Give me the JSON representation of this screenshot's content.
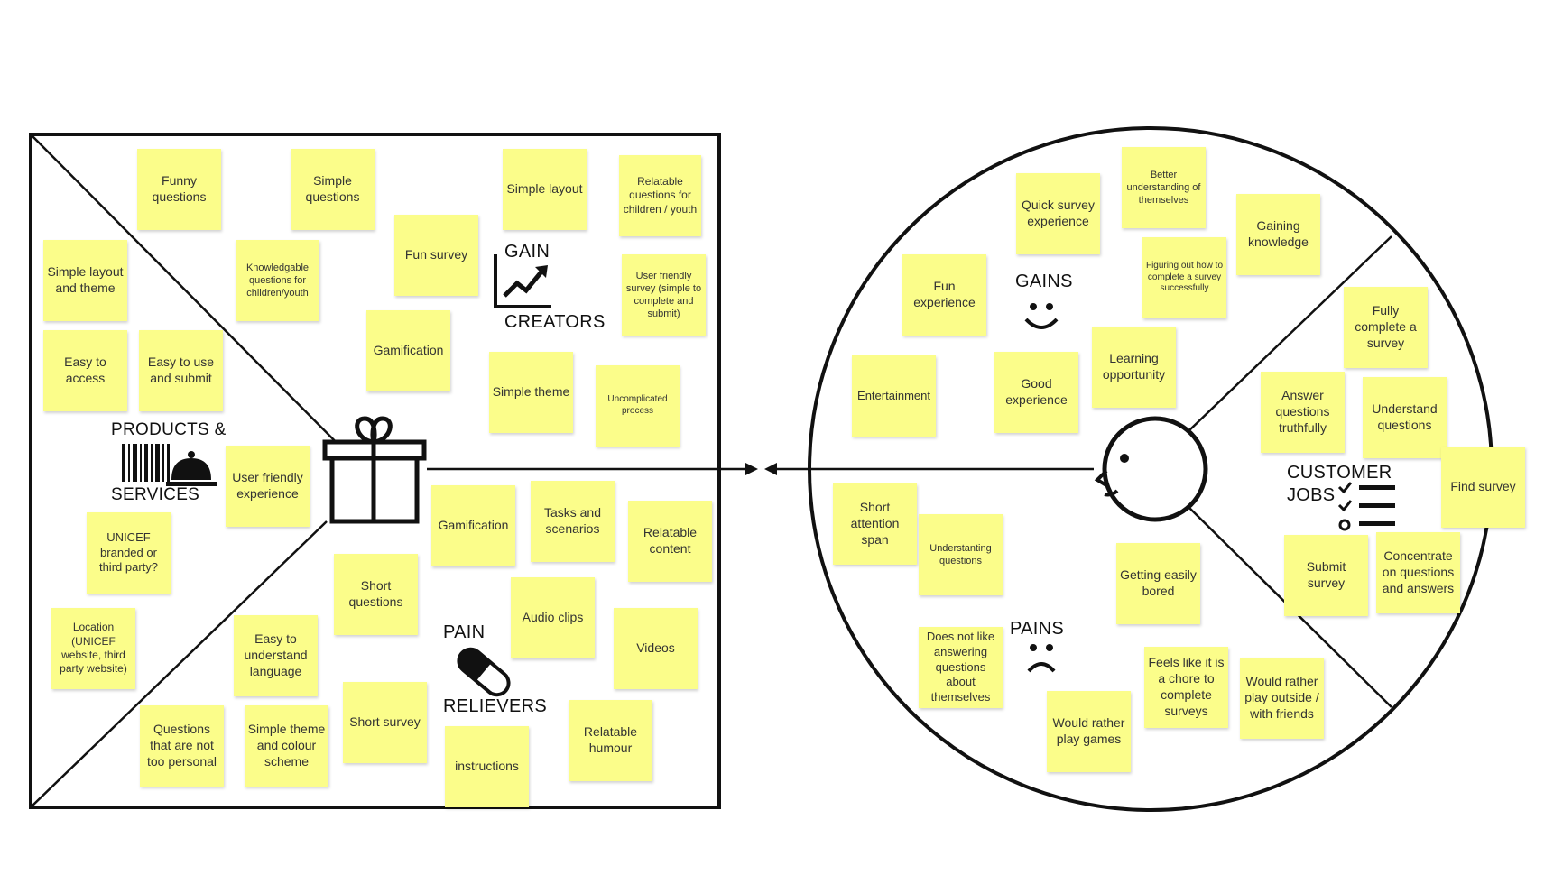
{
  "product_side": {
    "labels": {
      "gain_creators_1": "GAIN",
      "gain_creators_2": "CREATORS",
      "products_1": "PRODUCTS &",
      "products_2": "SERVICES",
      "pain_relievers_1": "PAIN",
      "pain_relievers_2": "RELIEVERS"
    },
    "notes": {
      "funny_questions": "Funny questions",
      "simple_questions": "Simple questions",
      "simple_layout": "Simple layout",
      "relatable_questions": "Relatable questions for children / youth",
      "simple_layout_theme": "Simple layout and theme",
      "knowledgable_questions": "Knowledgable questions for children/youth",
      "fun_survey": "Fun survey",
      "user_friendly_survey": "User friendly survey (simple to complete and submit)",
      "easy_to_access": "Easy to access",
      "easy_to_use_submit": "Easy to use and submit",
      "gamification_gain": "Gamification",
      "simple_theme": "Simple theme",
      "uncomplicated_process": "Uncomplicated process",
      "user_friendly_experience": "User friendly experience",
      "unicef_branded": "UNICEF branded or third party?",
      "location": "Location (UNICEF website, third party website)",
      "gamification_pain": "Gamification",
      "tasks_scenarios": "Tasks and scenarios",
      "relatable_content": "Relatable content",
      "short_questions": "Short questions",
      "audio_clips": "Audio clips",
      "videos": "Videos",
      "easy_language": "Easy to understand language",
      "short_survey": "Short survey",
      "relatable_humour": "Relatable humour",
      "not_too_personal": "Questions that are not too personal",
      "simple_theme_colour": "Simple theme and colour scheme",
      "instructions": "instructions"
    }
  },
  "customer_side": {
    "labels": {
      "gains": "GAINS",
      "pains": "PAINS",
      "customer_jobs_1": "CUSTOMER",
      "customer_jobs_2": "JOBS"
    },
    "notes": {
      "better_understanding": "Better understanding of themselves",
      "quick_survey": "Quick survey experience",
      "gaining_knowledge": "Gaining knowledge",
      "figuring_out": "Figuring out how to complete a survey successfully",
      "fun_experience": "Fun experience",
      "entertainment": "Entertainment",
      "good_experience": "Good experience",
      "learning_opportunity": "Learning opportunity",
      "fully_complete": "Fully complete a survey",
      "answer_truthfully": "Answer questions truthfully",
      "understand_questions": "Understand questions",
      "find_survey": "Find survey",
      "submit_survey": "Submit survey",
      "concentrate": "Concentrate on questions and answers",
      "short_attention": "Short attention span",
      "understanding_questions": "Understanting questions",
      "getting_bored": "Getting easily bored",
      "not_like_answering": "Does not like answering questions about themselves",
      "chore": "Feels like it is a chore to complete surveys",
      "play_outside": "Would rather play outside / with friends",
      "play_games": "Would rather play games"
    }
  },
  "colors": {
    "sticky_note": "#fbfd8a",
    "line": "#111111"
  },
  "icons": [
    "gift-icon",
    "growth-chart-icon",
    "barcode-icon",
    "service-bell-icon",
    "pill-icon",
    "smiley-icon",
    "frown-icon",
    "customer-face-icon",
    "checklist-icon"
  ]
}
